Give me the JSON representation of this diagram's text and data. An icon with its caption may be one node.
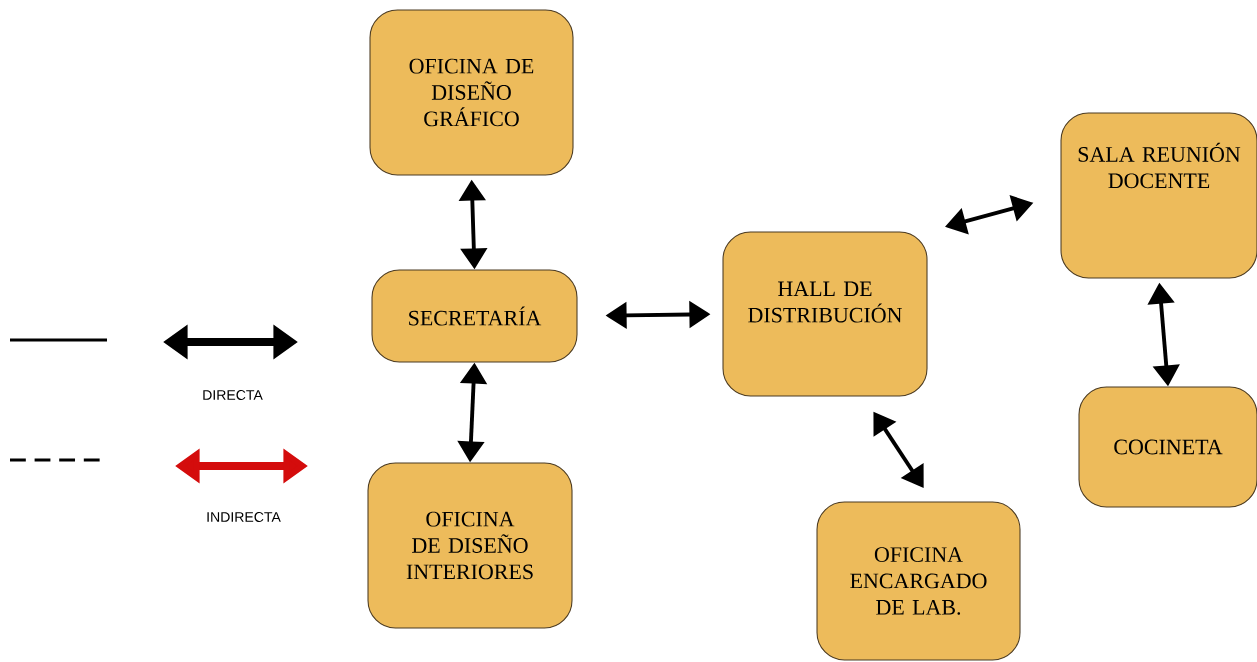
{
  "diagram": {
    "nodes": [
      {
        "text": [
          "OFICINA DE DISEÑO GRÁFICO"
        ]
      },
      {
        "text": [
          "SECRETARÍA"
        ]
      },
      {
        "text": [
          "OFICINA DE DISEÑO INTERIORES"
        ]
      },
      {
        "text": [
          "HALL DE DISTRIBUCIÓN"
        ]
      },
      {
        "text": [
          "SALA REUNIÓN DOCENTE"
        ]
      },
      {
        "text": [
          "COCINETA"
        ]
      },
      {
        "text": [
          "OFICINA ENCARGADO DE LAB."
        ]
      }
    ],
    "edges": [
      {
        "from": 0,
        "to": 1,
        "arrow": "both"
      },
      {
        "from": 1,
        "to": 2,
        "arrow": "both"
      },
      {
        "from": 1,
        "to": 3,
        "arrow": "both"
      },
      {
        "from": 3,
        "to": 4,
        "arrow": "both"
      },
      {
        "from": 4,
        "to": 5,
        "arrow": "both"
      },
      {
        "from": 3,
        "to": 6,
        "arrow": "both"
      }
    ],
    "legend": [
      {
        "text": "DIRECTA"
      },
      {
        "text": "INDIRECTA"
      }
    ]
  }
}
